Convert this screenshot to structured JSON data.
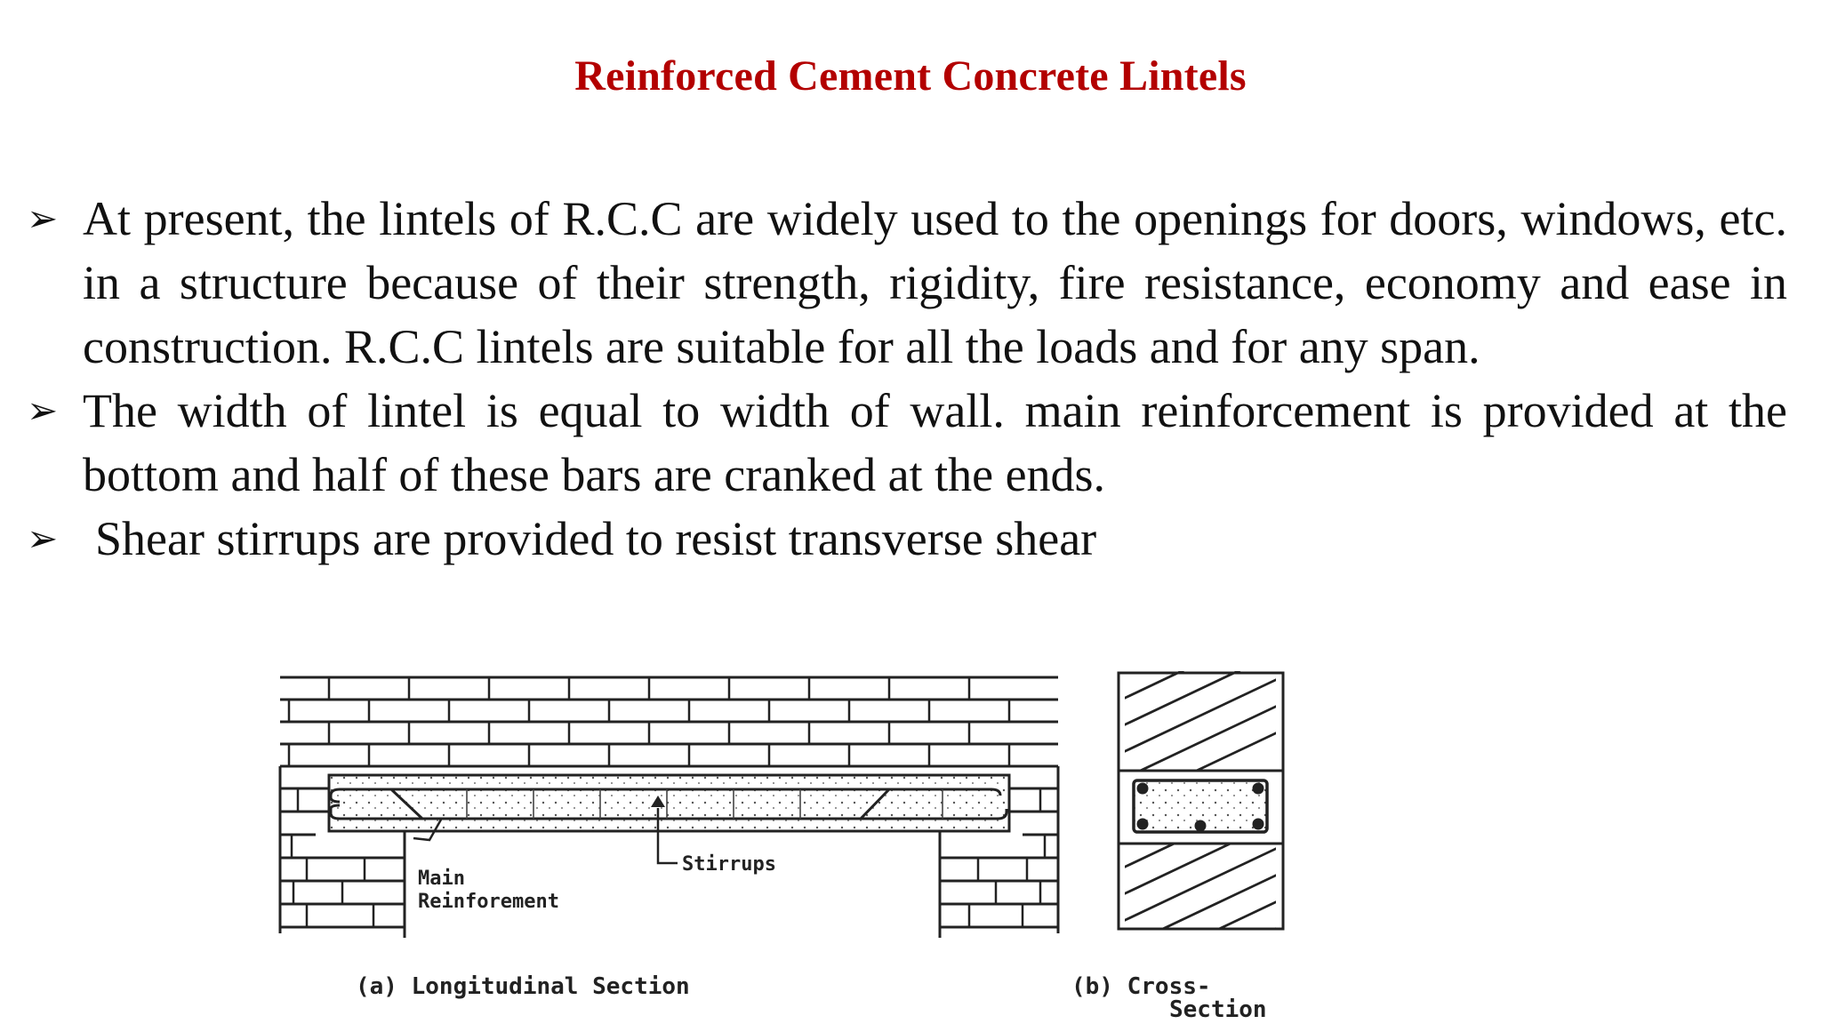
{
  "slide": {
    "title": "Reinforced Cement Concrete Lintels",
    "bullet_marker": "➢",
    "bullets": [
      "At present, the lintels of R.C.C are widely used to the openings for doors, windows, etc. in a structure because of their strength, rigidity, fire resistance, economy and ease in construction. R.C.C lintels are suitable for all the loads and for any span.",
      "The width of lintel is equal to width of wall. main reinforcement is provided at the bottom and half of these bars are cranked at the ends.",
      "Shear stirrups are provided to resist transverse shear"
    ]
  },
  "figure": {
    "label_main_line1": "Main",
    "label_main_line2": "Reinforement",
    "label_stirrups": "Stirrups",
    "caption_a": "(a) Longitudinal Section",
    "caption_b_line1": "(b) Cross-",
    "caption_b_line2": "Section"
  }
}
